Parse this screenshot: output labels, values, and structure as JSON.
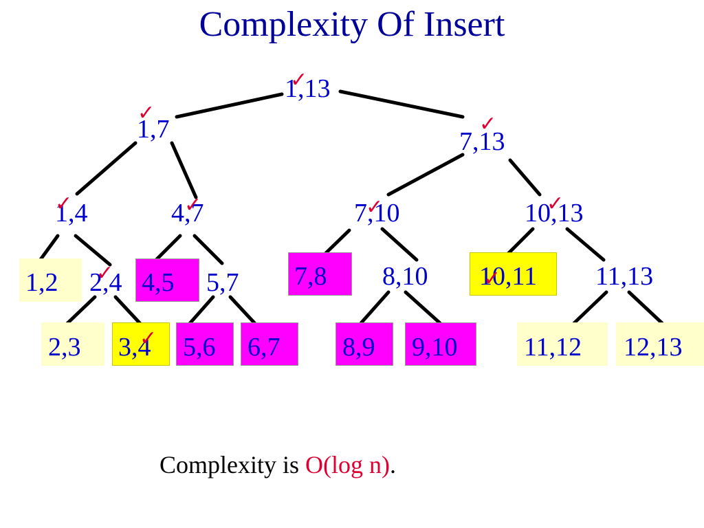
{
  "title": "Complexity Of Insert",
  "tree": {
    "root": "1,13",
    "level1": [
      "1,7",
      "7,13"
    ],
    "level2": [
      "1,4",
      "4,7",
      "7,10",
      "10,13"
    ],
    "level3": [
      "1,2",
      "2,4",
      "4,5",
      "5,7",
      "7,8",
      "8,10",
      "10,11",
      "11,13"
    ],
    "level4": [
      "2,3",
      "3,4",
      "5,6",
      "6,7",
      "8,9",
      "9,10",
      "11,12",
      "12,13"
    ]
  },
  "footer": {
    "prefix": "Complexity is ",
    "highlight": "O(log n)",
    "suffix": "."
  },
  "colors": {
    "title": "#000099",
    "node_text": "#0000cc",
    "check": "#dd0033",
    "yellow": "#ffff00",
    "cream": "#ffffcc",
    "magenta": "#ff00ff"
  },
  "check_icon": "checkmark-icon"
}
